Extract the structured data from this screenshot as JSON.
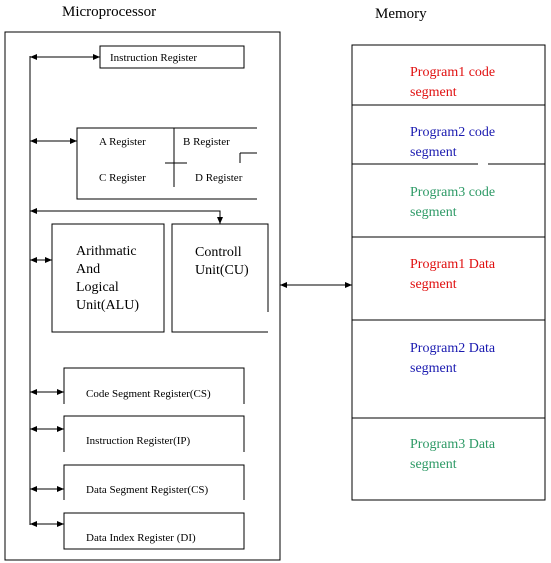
{
  "titles": {
    "microprocessor": "Microprocessor",
    "memory": "Memory"
  },
  "registers": {
    "instruction_register": "Instruction Register",
    "a": "A Register",
    "b": "B Register",
    "c": "C Register",
    "d": "D Register",
    "cs": "Code Segment Register(CS)",
    "ip": "Instruction Register(IP)",
    "ds": "Data  Segment Register(CS)",
    "di": "Data Index Register (DI)"
  },
  "units": {
    "alu": [
      "Arithmatic",
      "And",
      "Logical",
      "Unit(ALU)"
    ],
    "cu": [
      "Controll",
      "Unit(CU)"
    ]
  },
  "memory_segments": [
    {
      "lines": [
        "Program1 code",
        "segment"
      ],
      "color": "#e01010"
    },
    {
      "lines": [
        "Program2 code",
        "segment"
      ],
      "color": "#1a1ab0"
    },
    {
      "lines": [
        "Program3 code",
        "segment"
      ],
      "color": "#2e9a66"
    },
    {
      "lines": [
        "Program1 Data",
        "segment"
      ],
      "color": "#e01010"
    },
    {
      "lines": [
        "Program2 Data",
        "segment"
      ],
      "color": "#1a1ab0"
    },
    {
      "lines": [
        "Program3 Data",
        "segment"
      ],
      "color": "#2e9a66"
    }
  ]
}
